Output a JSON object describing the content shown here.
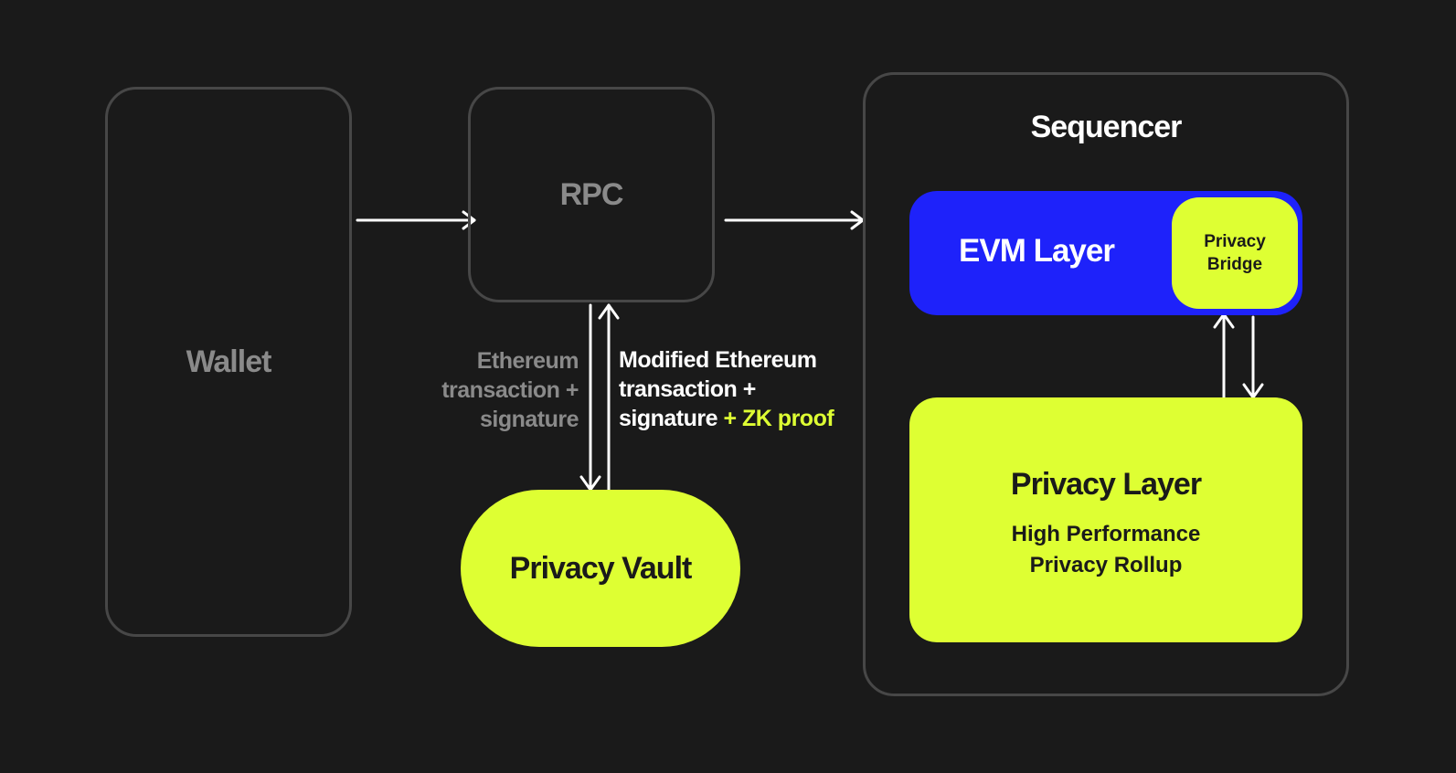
{
  "wallet": {
    "label": "Wallet"
  },
  "rpc": {
    "label": "RPC"
  },
  "sequencer": {
    "label": "Sequencer"
  },
  "privacy_vault": {
    "label": "Privacy Vault"
  },
  "evm_layer": {
    "label": "EVM Layer"
  },
  "privacy_bridge": {
    "line1": "Privacy",
    "line2": "Bridge"
  },
  "privacy_layer": {
    "title": "Privacy Layer",
    "subtitle_line1": "High Performance",
    "subtitle_line2": "Privacy Rollup"
  },
  "rpc_to_vault_label": {
    "line1": "Ethereum",
    "line2": "transaction +",
    "line3": "signature"
  },
  "vault_to_rpc_label": {
    "line1": "Modified Ethereum",
    "line2": "transaction +",
    "line3_prefix": "signature",
    "line3_highlight": "+ ZK proof"
  },
  "colors": {
    "background": "#1a1a1a",
    "outline": "#474747",
    "accent_lime": "#deff33",
    "accent_blue": "#1e22fa",
    "muted_text": "#8a8a8a"
  }
}
